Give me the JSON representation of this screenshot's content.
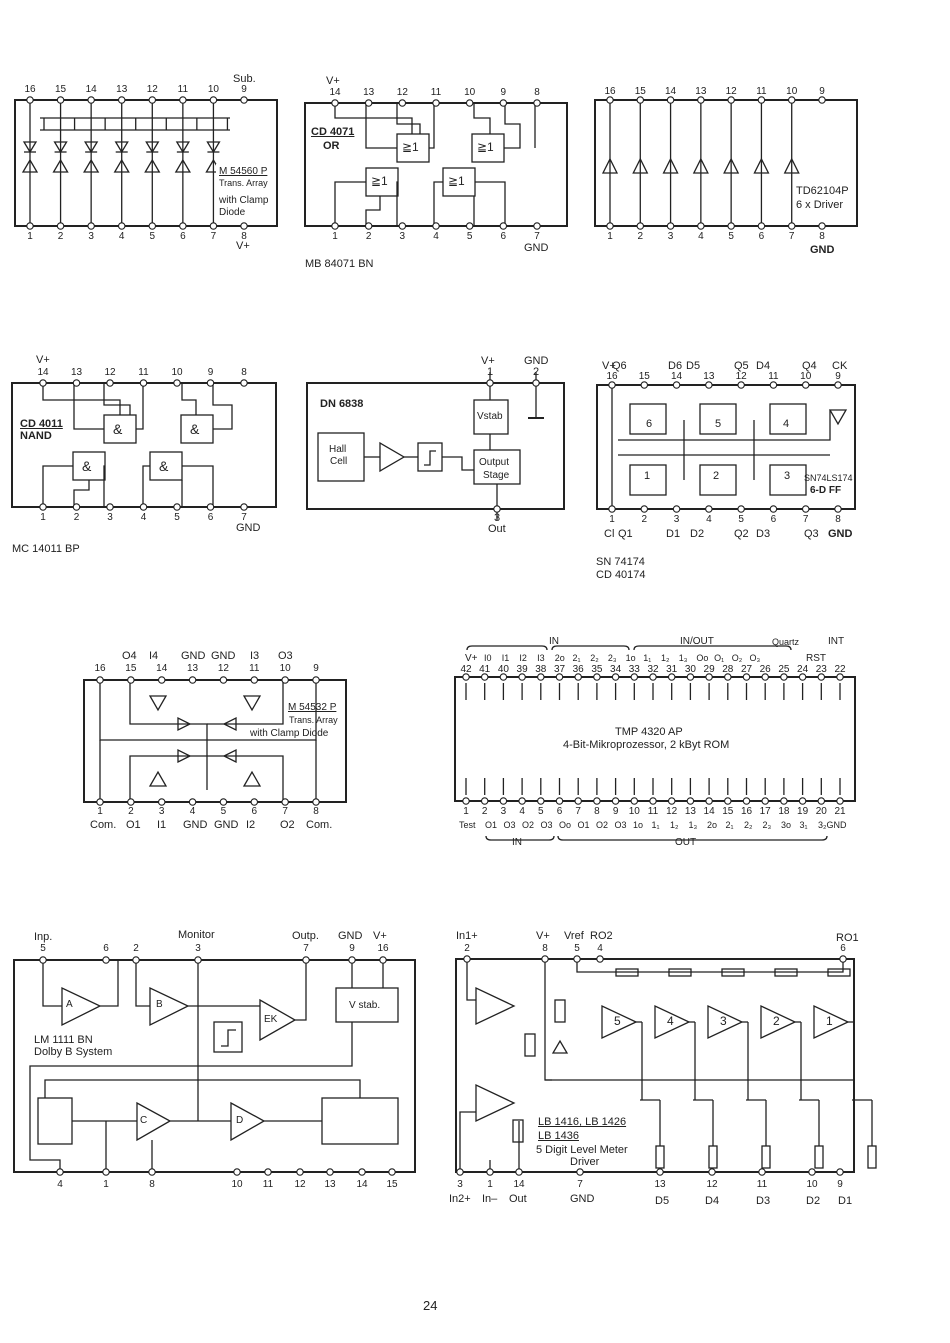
{
  "page_number": "24",
  "chips": {
    "m54560": {
      "name": "M 54560 P",
      "desc1": "Trans. Array",
      "desc2": "with Clamp",
      "desc3": "Diode",
      "top_extra": "Sub.",
      "bot_extra": "V+",
      "top": [
        "16",
        "15",
        "14",
        "13",
        "12",
        "11",
        "10",
        "9"
      ],
      "bot": [
        "1",
        "2",
        "3",
        "4",
        "5",
        "6",
        "7",
        "8"
      ]
    },
    "cd4071": {
      "name": "CD 4071",
      "func": "OR",
      "vplus": "V+",
      "gnd": "GND",
      "part": "MB 84071 BN",
      "gate": "≧1",
      "top": [
        "14",
        "13",
        "12",
        "11",
        "10",
        "9",
        "8"
      ],
      "bot": [
        "1",
        "2",
        "3",
        "4",
        "5",
        "6",
        "7"
      ]
    },
    "td62104": {
      "name": "TD62104P",
      "desc": "6 x Driver",
      "gnd": "GND",
      "top": [
        "16",
        "15",
        "14",
        "13",
        "12",
        "11",
        "10",
        "9"
      ],
      "bot": [
        "1",
        "2",
        "3",
        "4",
        "5",
        "6",
        "7",
        "8"
      ]
    },
    "cd4011": {
      "name": "CD 4011",
      "func": "NAND",
      "vplus": "V+",
      "gnd": "GND",
      "part": "MC 14011 BP",
      "gate": "&",
      "top": [
        "14",
        "13",
        "12",
        "11",
        "10",
        "9",
        "8"
      ],
      "bot": [
        "1",
        "2",
        "3",
        "4",
        "5",
        "6",
        "7"
      ]
    },
    "dn6838": {
      "name": "DN 6838",
      "vplus": "V+",
      "gnd": "GND",
      "vstab": "Vstab",
      "hall1": "Hall",
      "hall2": "Cell",
      "out1": "Output",
      "out2": "Stage",
      "out": "Out",
      "pins": [
        "1",
        "2",
        "3"
      ]
    },
    "sn74174": {
      "name": "SN74LS174",
      "desc": "6-D FF",
      "part1": "SN 74174",
      "part2": "CD 40174",
      "top_pins": [
        "16",
        "15",
        "14",
        "13",
        "12",
        "11",
        "10",
        "9"
      ],
      "top_sig": [
        "V+",
        "Q6",
        "D6",
        "D5",
        "Q5",
        "D4",
        "Q4",
        "CK"
      ],
      "bot_pins": [
        "1",
        "2",
        "3",
        "4",
        "5",
        "6",
        "7",
        "8"
      ],
      "bot_sig": [
        "Cl",
        "Q1",
        "D1",
        "D2",
        "Q2",
        "D3",
        "Q3",
        "GND"
      ],
      "ff": [
        "6",
        "5",
        "4",
        "1",
        "2",
        "3"
      ]
    },
    "m54532": {
      "name": "M 54532 P",
      "desc1": "Trans. Array",
      "desc2": "with Clamp Diode",
      "top_sig": [
        "O4",
        "I4",
        "GND",
        "GND",
        "I3",
        "O3"
      ],
      "top": [
        "16",
        "15",
        "14",
        "13",
        "12",
        "11",
        "10",
        "9"
      ],
      "bot": [
        "1",
        "2",
        "3",
        "4",
        "5",
        "6",
        "7",
        "8"
      ],
      "bot_sig": [
        "Com.",
        "O1",
        "I1",
        "GND",
        "GND",
        "I2",
        "O2",
        "Com."
      ]
    },
    "tmp4320": {
      "name": "TMP 4320 AP",
      "desc": "4-Bit-Mikroprozessor, 2 kByt ROM",
      "in": "IN",
      "inout": "IN/OUT",
      "quartz": "Quartz",
      "int": "INT",
      "rst": "RST",
      "vplus": "V+",
      "top_sig": [
        "I0",
        "I1",
        "I2",
        "I3",
        "2o",
        "2₁",
        "2₂",
        "2₃",
        "1o",
        "1₁",
        "1₂",
        "1₃",
        "Oo",
        "O₁",
        "O₂",
        "O₃"
      ],
      "top": [
        "42",
        "41",
        "40",
        "39",
        "38",
        "37",
        "36",
        "35",
        "34",
        "33",
        "32",
        "31",
        "30",
        "29",
        "28",
        "27",
        "26",
        "25",
        "24",
        "23",
        "22"
      ],
      "bot": [
        "1",
        "2",
        "3",
        "4",
        "5",
        "6",
        "7",
        "8",
        "9",
        "10",
        "11",
        "12",
        "13",
        "14",
        "15",
        "16",
        "17",
        "18",
        "19",
        "20",
        "21"
      ],
      "test": "Test",
      "bot_sig": [
        "O1",
        "O3",
        "O2",
        "O3",
        "Oo",
        "O1",
        "O2",
        "O3",
        "1o",
        "1₁",
        "1₂",
        "1₃",
        "2o",
        "2₁",
        "2₂",
        "2₃",
        "3o",
        "3₁",
        "3₂GND"
      ],
      "out": "OUT"
    },
    "lm1111": {
      "name": "LM 1111 BN",
      "desc": "Dolby B System",
      "inp": "Inp.",
      "monitor": "Monitor",
      "outp": "Outp.",
      "gnd": "GND",
      "vplus": "V+",
      "top": [
        "5",
        "6",
        "2",
        "3",
        "7",
        "9",
        "16"
      ],
      "bot": [
        "4",
        "1",
        "8",
        "10",
        "11",
        "12",
        "13",
        "14",
        "15"
      ],
      "blocks": [
        "A",
        "B",
        "EK",
        "V stab.",
        "C",
        "D"
      ]
    },
    "lb1416": {
      "name1": "LB 1416, LB 1426",
      "name2": "LB 1436",
      "desc1": "5 Digit Level Meter",
      "desc2": "Driver",
      "top_sig": [
        "In1+",
        "V+",
        "Vref",
        "RO2",
        "RO1"
      ],
      "top": [
        "2",
        "8",
        "5",
        "4",
        "6"
      ],
      "bot": [
        "3",
        "1",
        "14",
        "7",
        "13",
        "12",
        "11",
        "10",
        "9"
      ],
      "bot_sig": [
        "In2+",
        "In–",
        "Out",
        "GND",
        "D5",
        "D4",
        "D3",
        "D2",
        "D1"
      ],
      "amps": [
        "5",
        "4",
        "3",
        "2",
        "1"
      ]
    }
  }
}
